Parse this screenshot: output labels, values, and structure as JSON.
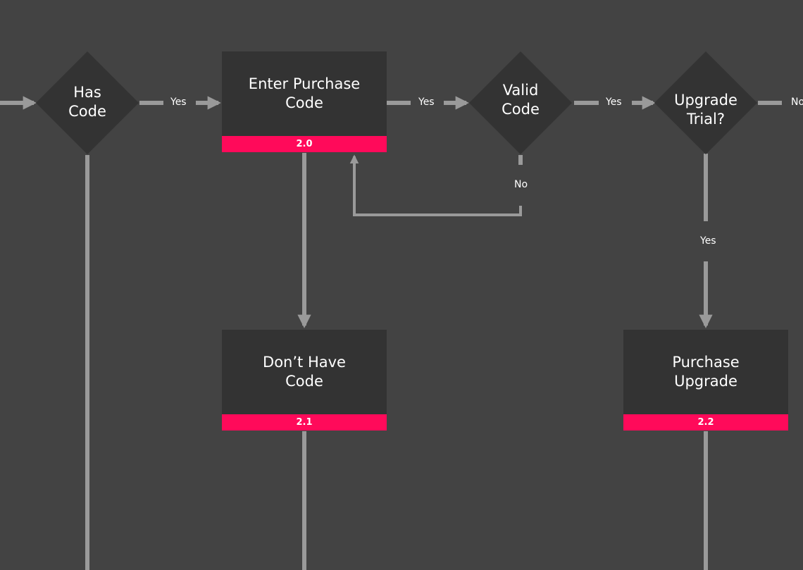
{
  "colors": {
    "background": "#434343",
    "node": "#333333",
    "connector": "#9a9a9a",
    "tag": "#ff0a5a",
    "text": "#ffffff"
  },
  "nodes": {
    "has_code": {
      "label": "Has\nCode"
    },
    "enter_purchase_code": {
      "label": "Enter Purchase\nCode",
      "tag": "2.0"
    },
    "valid_code": {
      "label": "Valid\nCode"
    },
    "upgrade_trial": {
      "label": "Upgrade\nTrial?"
    },
    "dont_have_code": {
      "label": "Don’t Have\nCode",
      "tag": "2.1"
    },
    "purchase_upgrade": {
      "label": "Purchase\nUpgrade",
      "tag": "2.2"
    }
  },
  "edge_labels": {
    "has_code_yes": "Yes",
    "enter_to_valid_yes": "Yes",
    "valid_to_upgrade_yes": "Yes",
    "upgrade_no": "No",
    "valid_no": "No",
    "upgrade_yes": "Yes"
  }
}
